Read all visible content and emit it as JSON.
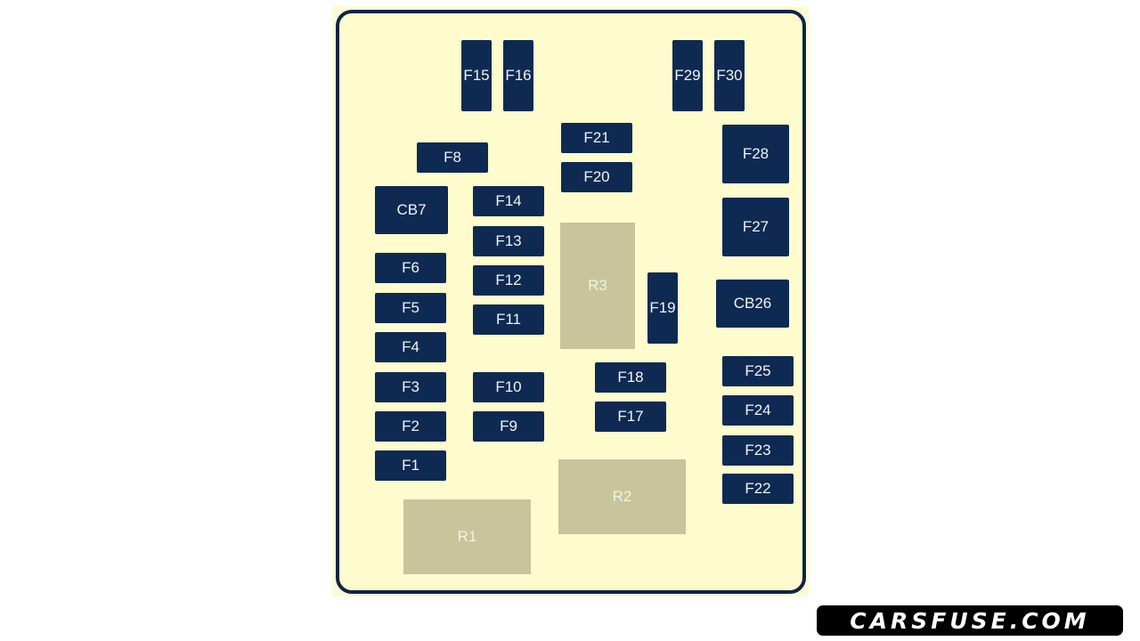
{
  "diagram": {
    "fuses": [
      "F15",
      "F16",
      "F29",
      "F30",
      "F21",
      "F20",
      "F8",
      "F28",
      "F27",
      "CB26",
      "CB7",
      "F14",
      "F13",
      "F12",
      "F11",
      "F10",
      "F9",
      "F6",
      "F5",
      "F4",
      "F3",
      "F2",
      "F1",
      "F19",
      "F18",
      "F17",
      "F25",
      "F24",
      "F23",
      "F22"
    ],
    "relays": [
      "R3",
      "R2",
      "R1"
    ],
    "colors": {
      "fuse": "#0e2a52",
      "relay": "#c8c59d",
      "board": "#fefccd",
      "outline": "#0f2347"
    }
  },
  "watermark": "CARSFUSE.COM"
}
